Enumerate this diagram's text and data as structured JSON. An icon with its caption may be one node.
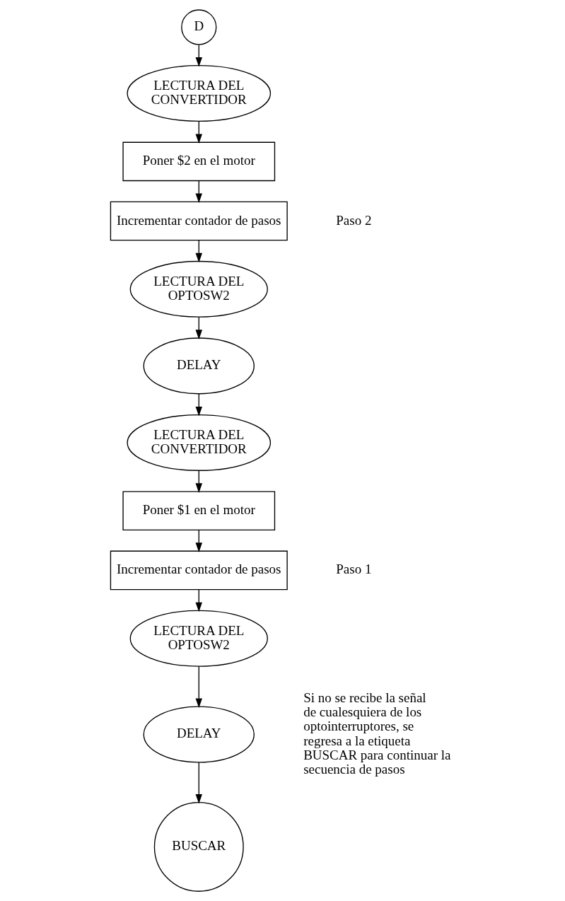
{
  "diagram": {
    "nodes": [
      {
        "text": [
          "D"
        ]
      },
      {
        "text": [
          "LECTURA DEL CONVERTIDOR"
        ]
      },
      {
        "text": [
          "Poner $2 en el motor"
        ]
      },
      {
        "text": [
          "Incrementar contador de pasos"
        ]
      },
      {
        "text": [
          "LECTURA DEL OPTOSW2"
        ]
      },
      {
        "text": [
          "DELAY"
        ]
      },
      {
        "text": [
          "LECTURA DEL CONVERTIDOR"
        ]
      },
      {
        "text": [
          "Poner $1 en el motor"
        ]
      },
      {
        "text": [
          "Incrementar contador de pasos"
        ]
      },
      {
        "text": [
          "LECTURA DEL OPTOSW2"
        ]
      },
      {
        "text": [
          "DELAY"
        ]
      },
      {
        "text": [
          "BUSCAR"
        ]
      }
    ],
    "edges": [
      {
        "from": 0,
        "to": 1,
        "arrow": "to"
      },
      {
        "from": 1,
        "to": 2,
        "arrow": "to"
      },
      {
        "from": 2,
        "to": 3,
        "arrow": "to"
      },
      {
        "from": 3,
        "to": 4,
        "arrow": "to"
      },
      {
        "from": 4,
        "to": 5,
        "arrow": "to"
      },
      {
        "from": 5,
        "to": 6,
        "arrow": "to"
      },
      {
        "from": 6,
        "to": 7,
        "arrow": "to"
      },
      {
        "from": 7,
        "to": 8,
        "arrow": "to"
      },
      {
        "from": 8,
        "to": 9,
        "arrow": "to"
      },
      {
        "from": 9,
        "to": 10,
        "arrow": "to"
      },
      {
        "from": 10,
        "to": 11,
        "arrow": "to"
      }
    ],
    "labels": [
      "Paso 2",
      "Paso 1",
      "Si no se recibe la señal de cualesquiera de los optointerruptores, se regresa a la etiqueta BUSCAR para continuar la secuencia de pasos"
    ]
  }
}
